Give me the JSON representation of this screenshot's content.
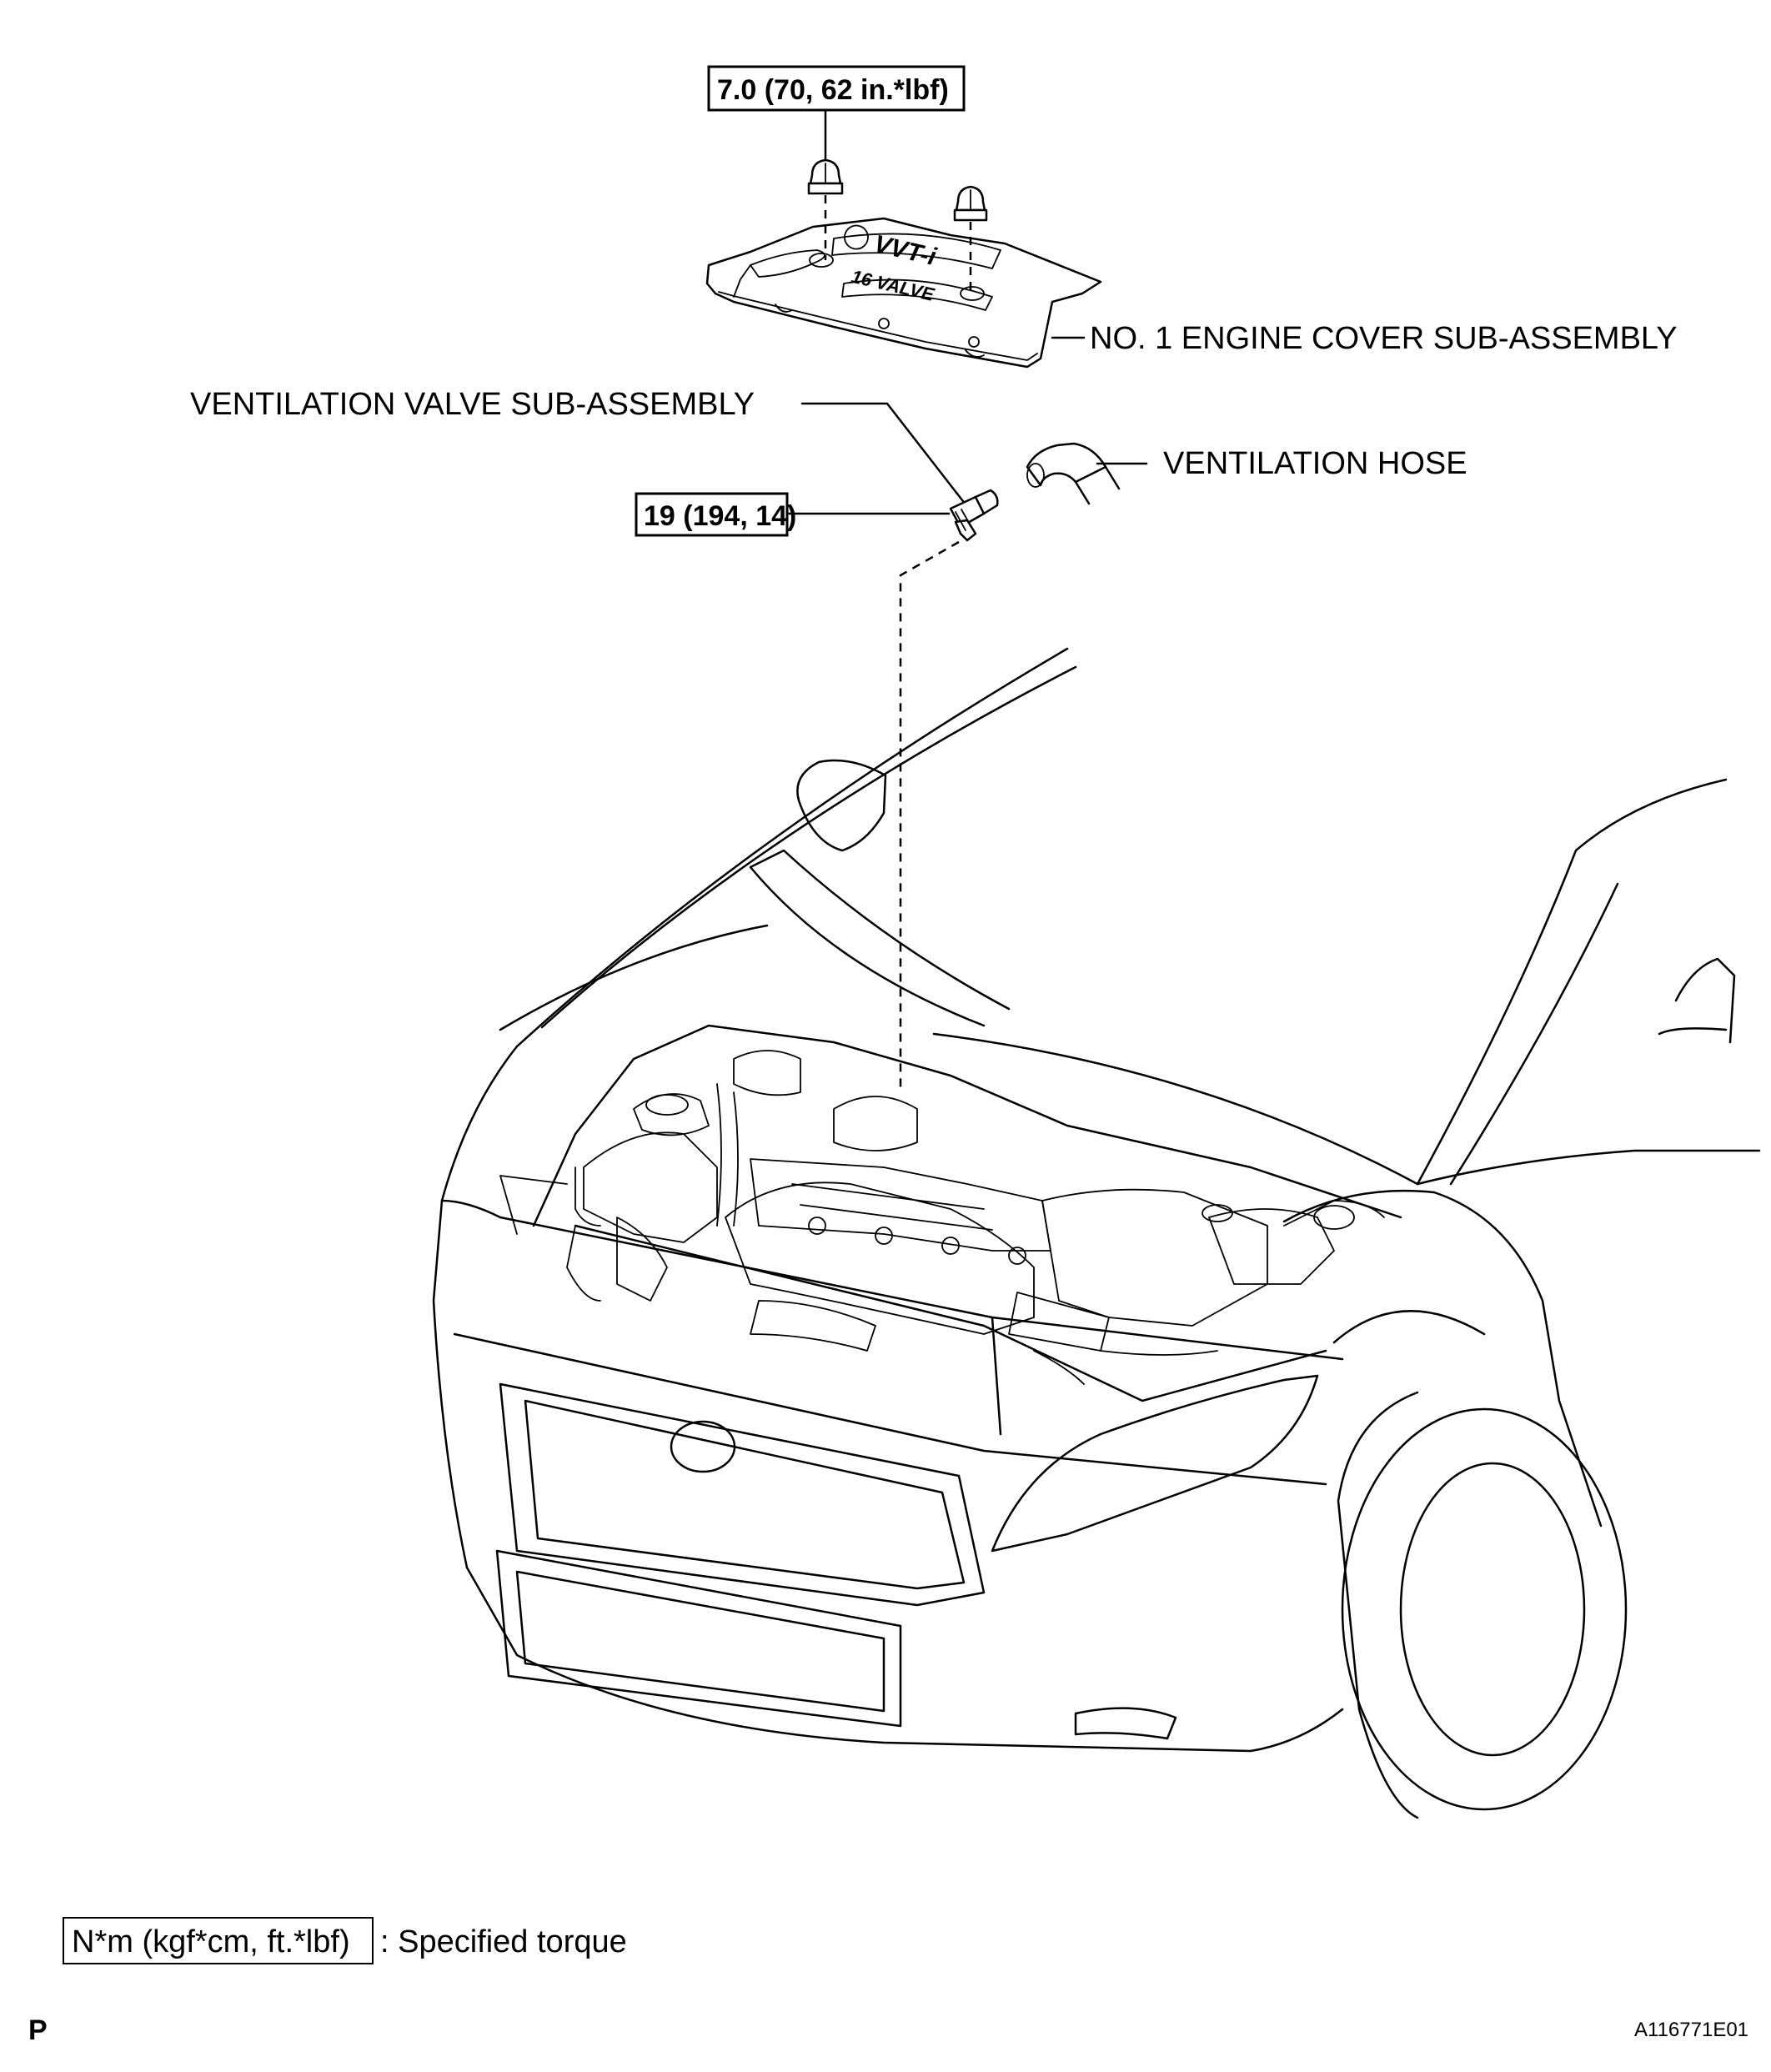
{
  "torque_cover_nuts": "7.0 (70, 62 in.*lbf)",
  "torque_valve": "19 (194, 14)",
  "label_engine_cover": "NO. 1 ENGINE COVER SUB-ASSEMBLY",
  "label_ventilation_valve": "VENTILATION VALVE SUB-ASSEMBLY",
  "label_ventilation_hose": "VENTILATION HOSE",
  "legend_box_text": "N*m (kgf*cm, ft.*lbf)",
  "legend_text": ": Specified torque",
  "corner_mark": "P",
  "figure_code": "A116771E01",
  "cover_emblem_line1": "VVT-i",
  "cover_emblem_line2": "16 VALVE"
}
